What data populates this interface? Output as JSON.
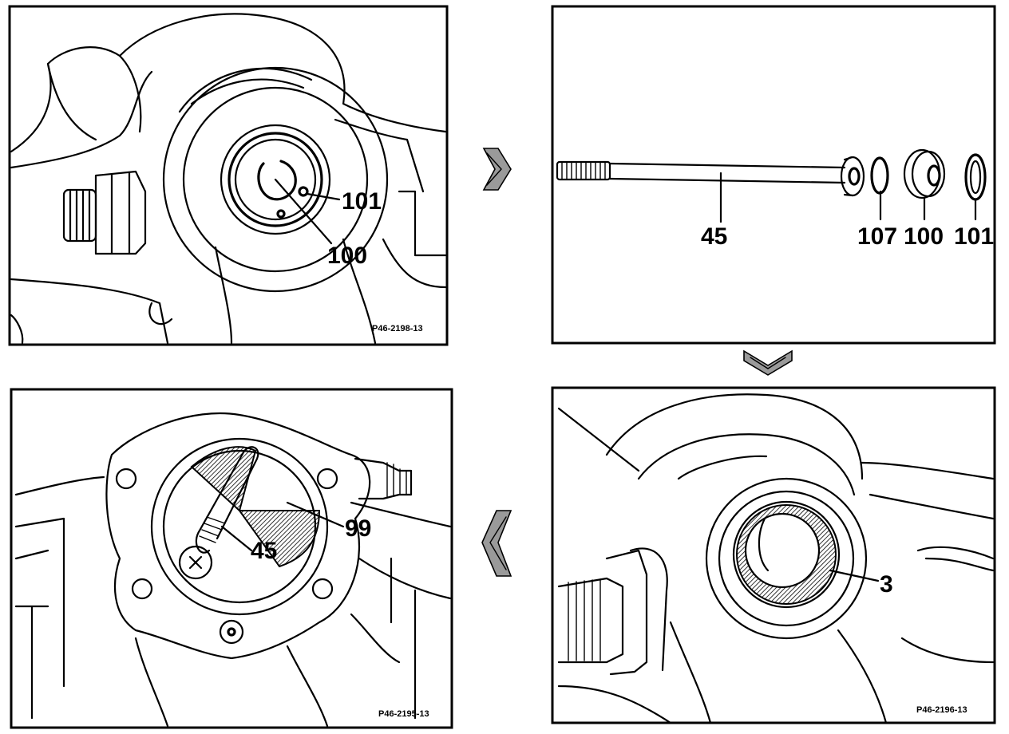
{
  "panels": {
    "top_left": {
      "labels": [
        "101",
        "100"
      ],
      "figure_code": "P46-2198-13"
    },
    "top_right": {
      "labels": [
        "45",
        "107",
        "100",
        "101"
      ]
    },
    "bottom_right": {
      "labels": [
        "3"
      ],
      "figure_code": "P46-2196-13"
    },
    "bottom_left": {
      "labels": [
        "99",
        "45"
      ],
      "figure_code": "P46-2195-13"
    }
  },
  "sequence_arrows": [
    "arrow-right",
    "arrow-down",
    "arrow-left"
  ]
}
